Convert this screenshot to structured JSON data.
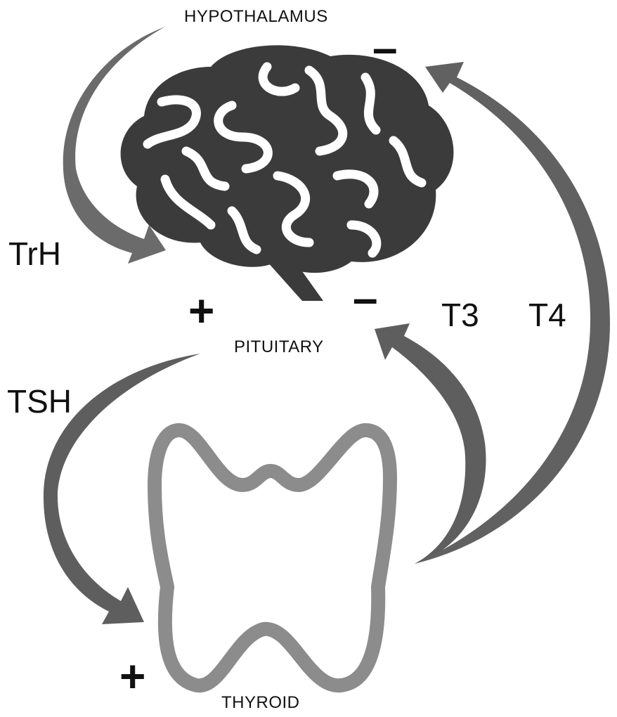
{
  "labels": {
    "hypothalamus": "HYPOTHALAMUS",
    "pituitary": "PITUITARY",
    "thyroid": "THYROID",
    "trh": "TrH",
    "tsh": "TSH",
    "t3": "T3",
    "t4": "T4",
    "plus_pituitary": "+",
    "plus_thyroid": "+",
    "minus_hypothalamus": "–",
    "minus_pituitary": "–"
  },
  "colors": {
    "brain": "#3b3b3b",
    "arrow": "#666666",
    "arrow_light": "#7a7a7a",
    "thyroid_outline": "#8c8c8c"
  },
  "icons": {
    "brain": "brain-icon",
    "thyroid": "thyroid-gland-icon"
  }
}
